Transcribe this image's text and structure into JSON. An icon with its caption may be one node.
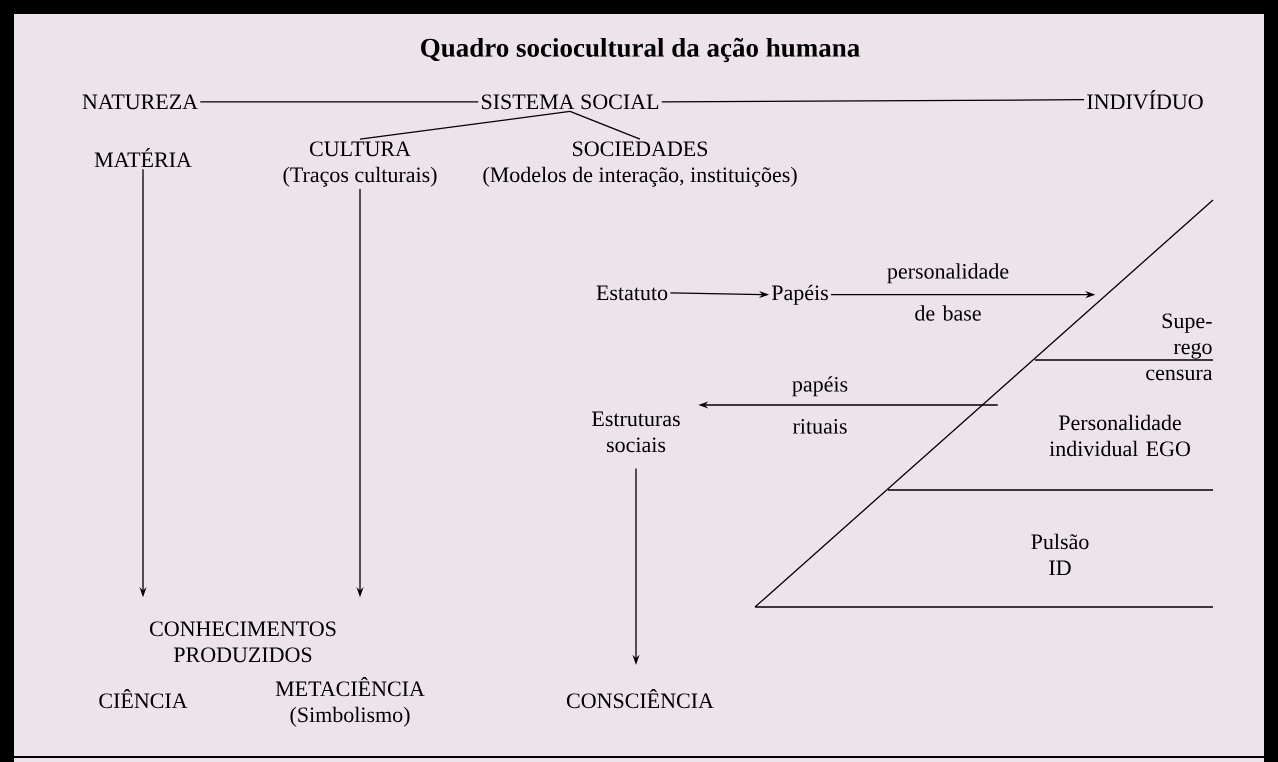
{
  "diagram": {
    "title": "Quadro sociocultural da ação humana",
    "nodes": [
      {
        "text": [
          "NATUREZA"
        ]
      },
      {
        "text": [
          "SISTEMA SOCIAL"
        ]
      },
      {
        "text": [
          "INDIVÍDUO"
        ]
      },
      {
        "text": [
          "MATÉRIA"
        ]
      },
      {
        "text": [
          "CULTURA",
          "(Traços culturais)"
        ]
      },
      {
        "text": [
          "SOCIEDADES",
          "(Modelos de interação, instituições)"
        ]
      },
      {
        "text": [
          "Estatuto"
        ]
      },
      {
        "text": [
          "Papéis"
        ]
      },
      {
        "text": [
          "Supe- rego censura"
        ]
      },
      {
        "text": [
          "Personalidade individual EGO"
        ]
      },
      {
        "text": [
          "Estruturas sociais"
        ]
      },
      {
        "text": [
          "Pulsão ID"
        ]
      },
      {
        "text": [
          "CONHECIMENTOS PRODUZIDOS"
        ]
      },
      {
        "text": [
          "CIÊNCIA"
        ]
      },
      {
        "text": [
          "METACIÊNCIA",
          "(Simbolismo)"
        ]
      },
      {
        "text": [
          "CONSCIÊNCIA"
        ]
      }
    ],
    "edges": [
      {
        "from": 0,
        "to": 1,
        "arrow": "none"
      },
      {
        "from": 1,
        "to": 2,
        "arrow": "none"
      },
      {
        "from": 1,
        "to": 4,
        "arrow": "none"
      },
      {
        "from": 1,
        "to": 5,
        "arrow": "none"
      },
      {
        "from": 6,
        "to": 7,
        "arrow": "to"
      },
      {
        "from": 7,
        "to": 8,
        "arrow": "to",
        "label": "personalidade de base"
      },
      {
        "from": 9,
        "to": 10,
        "arrow": "to",
        "label": "papéis rituais"
      },
      {
        "from": 3,
        "to": 12,
        "arrow": "to"
      },
      {
        "from": 4,
        "to": 12,
        "arrow": "to"
      },
      {
        "from": 10,
        "to": 15,
        "arrow": "to"
      }
    ]
  }
}
